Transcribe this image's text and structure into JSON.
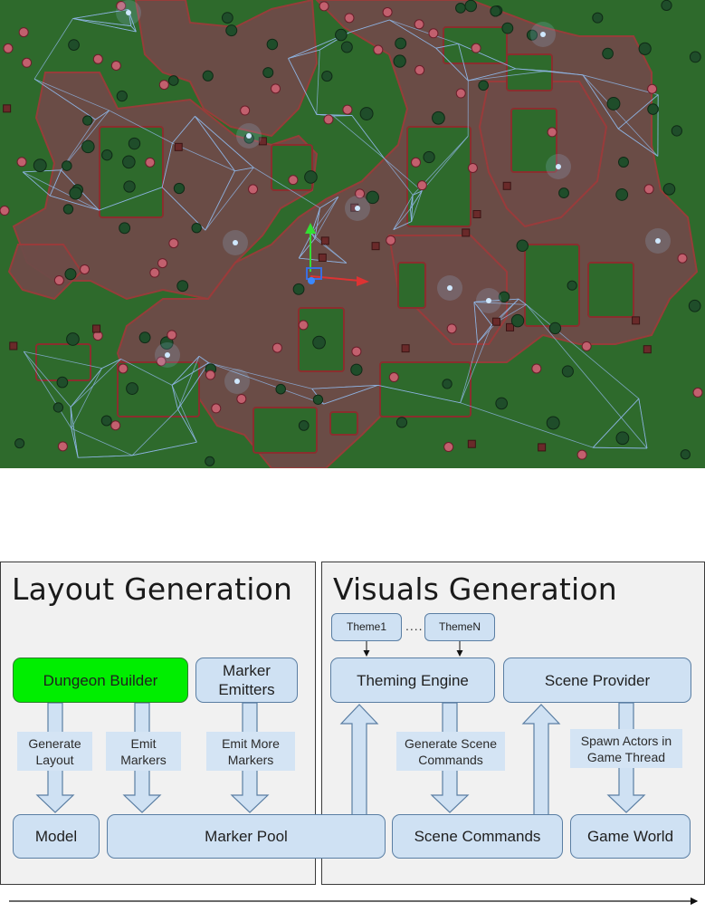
{
  "layout_panel": {
    "title": "Layout Generation",
    "dungeon_builder": "Dungeon Builder",
    "marker_emitters": "Marker\nEmitters",
    "note_generate_layout": "Generate\nLayout",
    "note_emit_markers": "Emit\nMarkers",
    "note_emit_more_markers": "Emit More\nMarkers",
    "model": "Model",
    "marker_pool": "Marker Pool"
  },
  "visuals_panel": {
    "title": "Visuals Generation",
    "theme1": "Theme1",
    "theme_dots": "....",
    "themeN": "ThemeN",
    "theming_engine": "Theming Engine",
    "scene_provider": "Scene Provider",
    "note_generate_scene_commands": "Generate Scene\nCommands",
    "note_spawn_actors": "Spawn Actors in\nGame Thread",
    "scene_commands": "Scene Commands",
    "game_world": "Game World"
  },
  "colors": {
    "grass": "#2e6a2c",
    "path": "#6e4b48",
    "navmesh": "#8fb6e6",
    "box_fill": "#cfe1f3",
    "highlight": "#00ee00"
  }
}
